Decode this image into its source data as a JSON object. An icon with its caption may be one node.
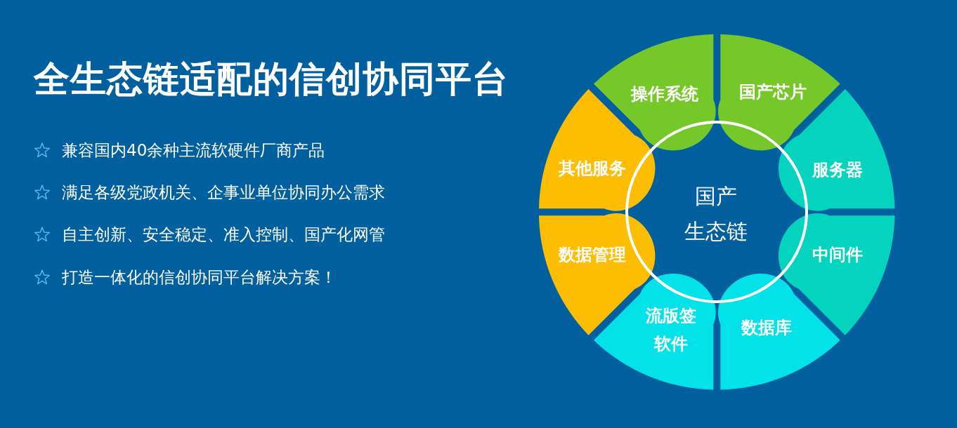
{
  "diagram": {
    "title": "全生态链适配的信创协同平台",
    "nodes": [
      {
        "text": [
          "国产生态链"
        ]
      },
      {
        "text": [
          "操作系统"
        ]
      },
      {
        "text": [
          "国产芯片"
        ]
      },
      {
        "text": [
          "服务器"
        ]
      },
      {
        "text": [
          "中间件"
        ]
      },
      {
        "text": [
          "数据库"
        ]
      },
      {
        "text": [
          "流版签软件"
        ]
      },
      {
        "text": [
          "数据管理"
        ]
      },
      {
        "text": [
          "其他服务"
        ]
      }
    ],
    "labels": [
      "兼容国内40余种主流软硬件厂商产品",
      "满足各级党政机关、企事业单位协同办公需求",
      "自主创新、安全稳定、准入控制、国产化网管",
      "打造一体化的信创协同平台解决方案！"
    ]
  }
}
